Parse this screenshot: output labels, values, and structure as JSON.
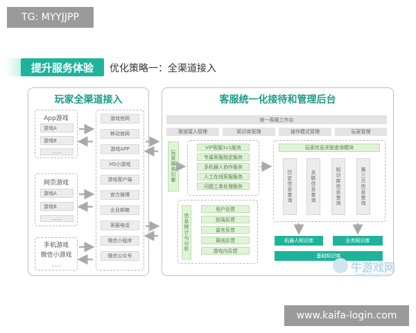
{
  "corner_tags": {
    "top_left": "TG: MYYJJPP",
    "bottom_right": "www.kaifa-login.com"
  },
  "header": {
    "pill": "提升服务体验",
    "strategy": "优化策略一：全渠道接入"
  },
  "left_panel": {
    "title": "玩家全渠道接入",
    "groups": [
      {
        "label": "App游戏",
        "items": [
          "游戏A",
          "游戏B",
          "……"
        ]
      },
      {
        "label": "网页游戏",
        "items": [
          "游戏A",
          "游戏B",
          "……"
        ]
      },
      {
        "label": "手机游戏\n微信小游戏",
        "items": [
          "……"
        ]
      }
    ],
    "channels": [
      "游戏官网",
      "移动官网",
      "游戏APP",
      "H5小游戏",
      "游戏客户端",
      "官方微博",
      "企业邮箱",
      "客服电话",
      "微信小程序",
      "微信公众号"
    ]
  },
  "right_panel": {
    "title": "客服统一化接待和管理后台",
    "workspace": "统一客服工作台",
    "top_tabs": [
      "渠道接入管理",
      "知识库管理",
      "操作模式管理",
      "玩家管理"
    ],
    "vertical_label": "玩家服务引擎",
    "service_items": [
      "VIP客服1v1服务",
      "专属客服指定服务",
      "多机器人协作服务",
      "人工在线客服服务",
      "问题工单处理服务"
    ],
    "module_title": "玩家信息关联查询模块",
    "query_columns": [
      "历史信息查询",
      "关联信息查询",
      "知识库信息查询",
      "第三方信息查询"
    ],
    "ai_label": "机器人知识库",
    "business_label": "业务知识库",
    "base_bar": "基础知识库",
    "bottom_vertical_label": "信息统计与分析",
    "stats_items": [
      "用户反馈",
      "前端反馈",
      "留言反馈",
      "离线反馈",
      "游戏内反馈"
    ]
  },
  "watermark": {
    "text": "牛游戏网",
    "sub": "www.niuyx.net"
  }
}
